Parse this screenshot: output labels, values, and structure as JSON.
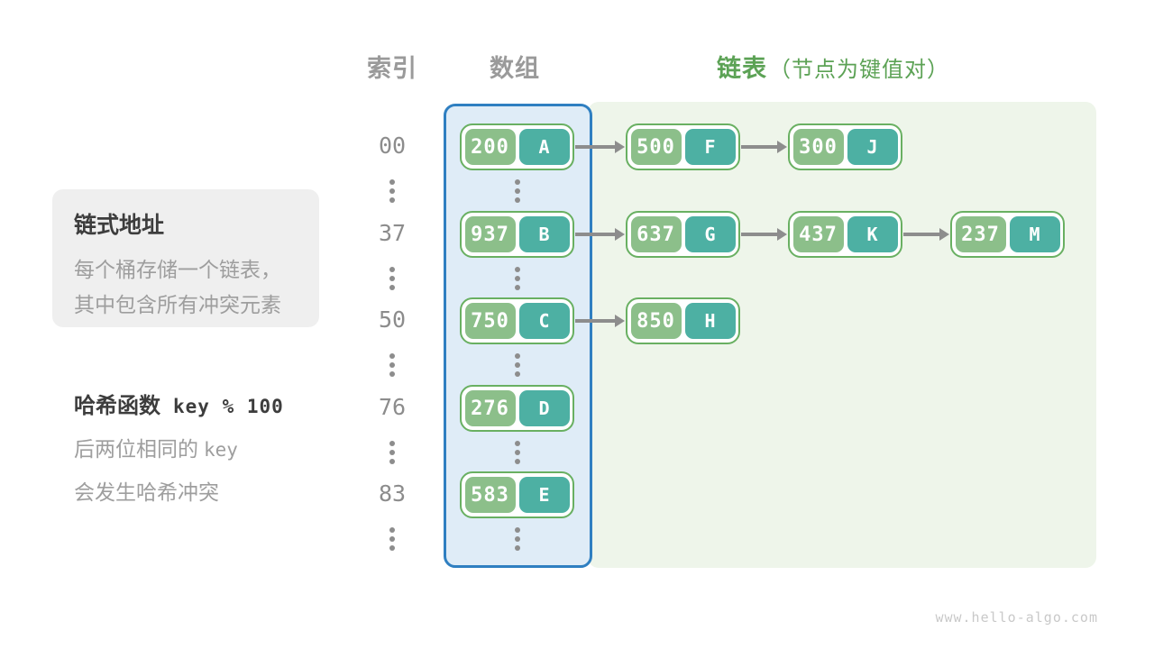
{
  "header": {
    "index_label": "索引",
    "array_label": "数组",
    "list_label": "链表",
    "list_note": "（节点为键值对）"
  },
  "info_card": {
    "title": "链式地址",
    "line1": "每个桶存储一个链表，",
    "line2": "其中包含所有冲突元素"
  },
  "hash_note": {
    "title": "哈希函数",
    "formula": "key % 100",
    "line1_text": "后两位相同的",
    "line1_code": "key",
    "line2": "会发生哈希冲突"
  },
  "watermark": "www.hello-algo.com",
  "colors": {
    "key_cell": "#8cbf8a",
    "value_cell": "#4db0a3",
    "node_border": "#69b062",
    "array_panel_border": "#2f7fc1",
    "array_panel_fill": "#dfecf7",
    "list_panel_fill": "#eef5ea",
    "header_green": "#5ca255",
    "gray_text": "#9a9a9a",
    "arrow": "#8d8d8d"
  },
  "rows": [
    {
      "index": "00",
      "bucket": {
        "key": "200",
        "value": "A"
      },
      "chain": [
        {
          "key": "500",
          "value": "F"
        },
        {
          "key": "300",
          "value": "J"
        }
      ]
    },
    {
      "index": "37",
      "bucket": {
        "key": "937",
        "value": "B"
      },
      "chain": [
        {
          "key": "637",
          "value": "G"
        },
        {
          "key": "437",
          "value": "K"
        },
        {
          "key": "237",
          "value": "M"
        }
      ]
    },
    {
      "index": "50",
      "bucket": {
        "key": "750",
        "value": "C"
      },
      "chain": [
        {
          "key": "850",
          "value": "H"
        }
      ]
    },
    {
      "index": "76",
      "bucket": {
        "key": "276",
        "value": "D"
      },
      "chain": []
    },
    {
      "index": "83",
      "bucket": {
        "key": "583",
        "value": "E"
      },
      "chain": []
    }
  ]
}
